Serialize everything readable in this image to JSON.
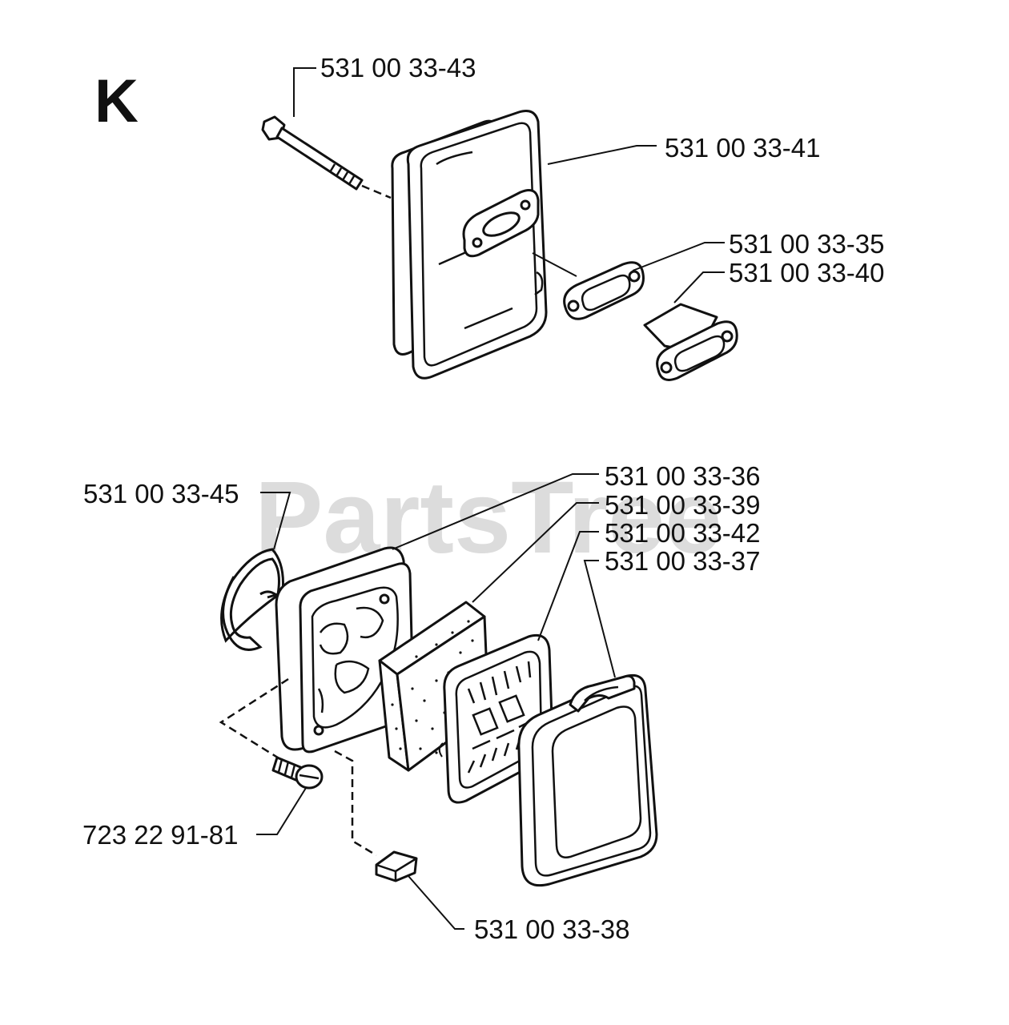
{
  "section_letter": "K",
  "watermark": "PartsTree",
  "part_labels": [
    {
      "id": "bolt",
      "text": "531 00 33-43"
    },
    {
      "id": "muffler",
      "text": "531 00 33-41"
    },
    {
      "id": "muffler_gasket",
      "text": "531 00 33-35"
    },
    {
      "id": "flange",
      "text": "531 00 33-40"
    },
    {
      "id": "ring",
      "text": "531 00 33-45"
    },
    {
      "id": "filter_holder",
      "text": "531 00 33-36"
    },
    {
      "id": "foam_filter",
      "text": "531 00 33-39"
    },
    {
      "id": "filter_grid",
      "text": "531 00 33-42"
    },
    {
      "id": "filter_cover",
      "text": "531 00 33-37"
    },
    {
      "id": "screw",
      "text": "723 22 91-81"
    },
    {
      "id": "nut",
      "text": "531 00 33-38"
    }
  ]
}
